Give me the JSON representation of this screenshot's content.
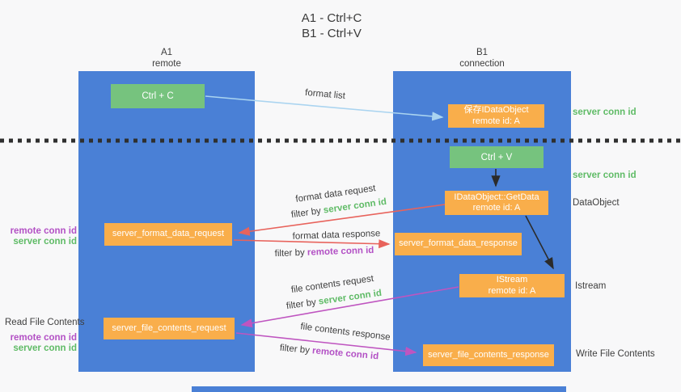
{
  "title": {
    "line1": "A1 - Ctrl+C",
    "line2": "B1 - Ctrl+V"
  },
  "lanes": {
    "a1": {
      "name": "A1",
      "role": "remote"
    },
    "b1": {
      "name": "B1",
      "role": "connection"
    }
  },
  "nodes": {
    "ctrl_c": {
      "label": "Ctrl + C"
    },
    "ctrl_v": {
      "label": "Ctrl + V"
    },
    "save_dataobject": {
      "line1": "保存IDataObject",
      "line2": "remote id: A"
    },
    "getdata": {
      "line1": "IDataObject::GetData",
      "line2": "remote id: A"
    },
    "istream": {
      "line1": "IStream",
      "line2": "remote id: A"
    },
    "format_request": {
      "label": "server_format_data_request"
    },
    "format_response": {
      "label": "server_format_data_response"
    },
    "file_request": {
      "label": "server_file_contents_request"
    },
    "file_response": {
      "label": "server_file_contents_response"
    }
  },
  "glossary": {
    "server_conn_id": "server conn id",
    "remote_conn_id": "remote conn id",
    "filter_by": "filter by "
  },
  "arrow_labels": {
    "format_list": "format list",
    "format_data_request": "format data request",
    "format_data_response": "format data response",
    "file_contents_request": "file contents request",
    "file_contents_response": "file contents response"
  },
  "side_labels": {
    "read_file_contents": "Read File Contents",
    "write_file_contents": "Write File Contents",
    "dataobject": "DataObject",
    "istream": "Istream"
  },
  "colors": {
    "lane_blue": "#4a80d6",
    "node_green": "#76c37e",
    "node_orange": "#f9ae4b",
    "arrow_red": "#e8635c",
    "arrow_magenta": "#bf55c0",
    "arrow_lightblue": "#aad4f0",
    "arrow_black": "#2b2b2b",
    "text_green": "#5fbb66",
    "text_purple": "#b351c5",
    "dotted_line": "#2f2f2f"
  }
}
